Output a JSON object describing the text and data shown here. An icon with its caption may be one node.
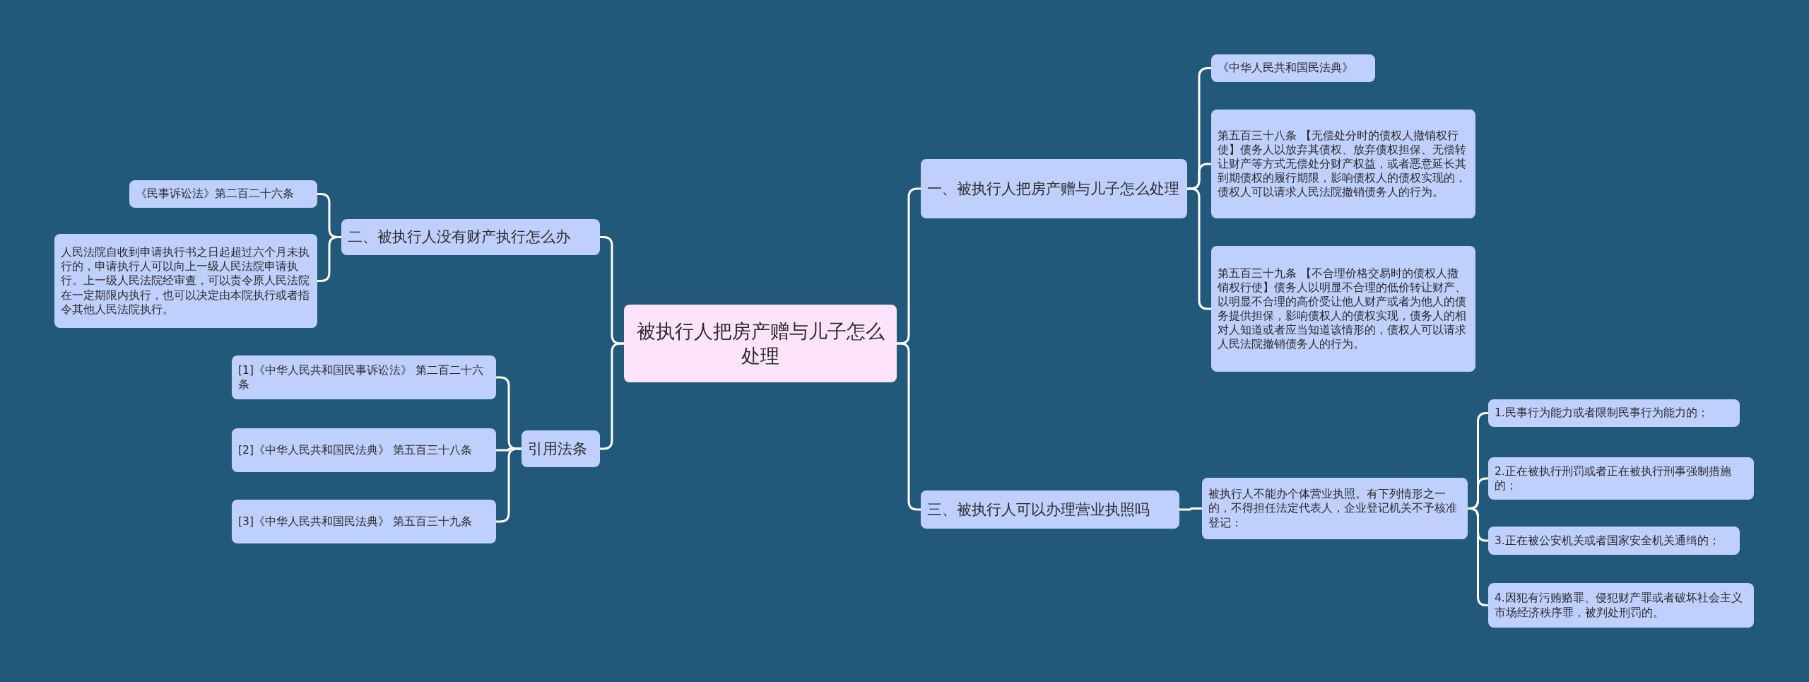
{
  "diagram": {
    "nodes": [
      {
        "text": [
          "被执行人把房产赠与儿子怎么处理"
        ]
      },
      {
        "text": [
          "一、被执行人把房产赠与儿子怎么处理"
        ]
      },
      {
        "text": [
          "《中华人民共和国民法典》"
        ]
      },
      {
        "text": [
          "第五百三十八条 【无偿处分时的债权人撤销权行使】债务人以放弃其债权、放弃债权担保、无偿转让财产等方式无偿处分财产权益，或者恶意延长其到期债权的履行期限，影响债权人的债权实现的，债权人可以请求人民法院撤销债务人的行为。"
        ]
      },
      {
        "text": [
          "第五百三十九条 【不合理价格交易时的债权人撤销权行使】债务人以明显不合理的低价转让财产、以明显不合理的高价受让他人财产或者为他人的债务提供担保，影响债权人的债权实现，债务人的相对人知道或者应当知道该情形的，债权人可以请求人民法院撤销债务人的行为。"
        ]
      },
      {
        "text": [
          "二、被执行人没有财产执行怎么办"
        ]
      },
      {
        "text": [
          "《民事诉讼法》第二百二十六条"
        ]
      },
      {
        "text": [
          "人民法院自收到申请执行书之日起超过六个月未执行的，申请执行人可以向上一级人民法院申请执行。上一级人民法院经审查，可以责令原人民法院在一定期限内执行，也可以决定由本院执行或者指令其他人民法院执行。"
        ]
      },
      {
        "text": [
          "三、被执行人可以办理营业执照吗"
        ]
      },
      {
        "text": [
          "被执行人不能办个体营业执照。有下列情形之一的，不得担任法定代表人，企业登记机关不予核准登记："
        ]
      },
      {
        "text": [
          "1.民事行为能力或者限制民事行为能力的；"
        ]
      },
      {
        "text": [
          "2.正在被执行刑罚或者正在被执行刑事强制措施的；"
        ]
      },
      {
        "text": [
          "3.正在被公安机关或者国家安全机关通缉的；"
        ]
      },
      {
        "text": [
          "4.因犯有污贿赂罪、侵犯财产罪或者破坏社会主义市场经济秩序罪，被判处刑罚的。"
        ]
      },
      {
        "text": [
          "引用法条"
        ]
      },
      {
        "text": [
          "[1]《中华人民共和国民事诉讼法》 第二百二十六条"
        ]
      },
      {
        "text": [
          "[2]《中华人民共和国民法典》 第五百三十八条"
        ]
      },
      {
        "text": [
          "[3]《中华人民共和国民法典》 第五百三十九条"
        ]
      }
    ],
    "edges": [
      {
        "from": 0,
        "to": 1,
        "arrow": "none"
      },
      {
        "from": 1,
        "to": 2,
        "arrow": "none"
      },
      {
        "from": 1,
        "to": 3,
        "arrow": "none"
      },
      {
        "from": 1,
        "to": 4,
        "arrow": "none"
      },
      {
        "from": 0,
        "to": 5,
        "arrow": "none"
      },
      {
        "from": 5,
        "to": 6,
        "arrow": "none"
      },
      {
        "from": 5,
        "to": 7,
        "arrow": "none"
      },
      {
        "from": 0,
        "to": 8,
        "arrow": "none"
      },
      {
        "from": 8,
        "to": 9,
        "arrow": "none"
      },
      {
        "from": 9,
        "to": 10,
        "arrow": "none"
      },
      {
        "from": 9,
        "to": 11,
        "arrow": "none"
      },
      {
        "from": 9,
        "to": 12,
        "arrow": "none"
      },
      {
        "from": 9,
        "to": 13,
        "arrow": "none"
      },
      {
        "from": 0,
        "to": 14,
        "arrow": "none"
      },
      {
        "from": 14,
        "to": 15,
        "arrow": "none"
      },
      {
        "from": 14,
        "to": 16,
        "arrow": "none"
      },
      {
        "from": 14,
        "to": 17,
        "arrow": "none"
      }
    ]
  }
}
